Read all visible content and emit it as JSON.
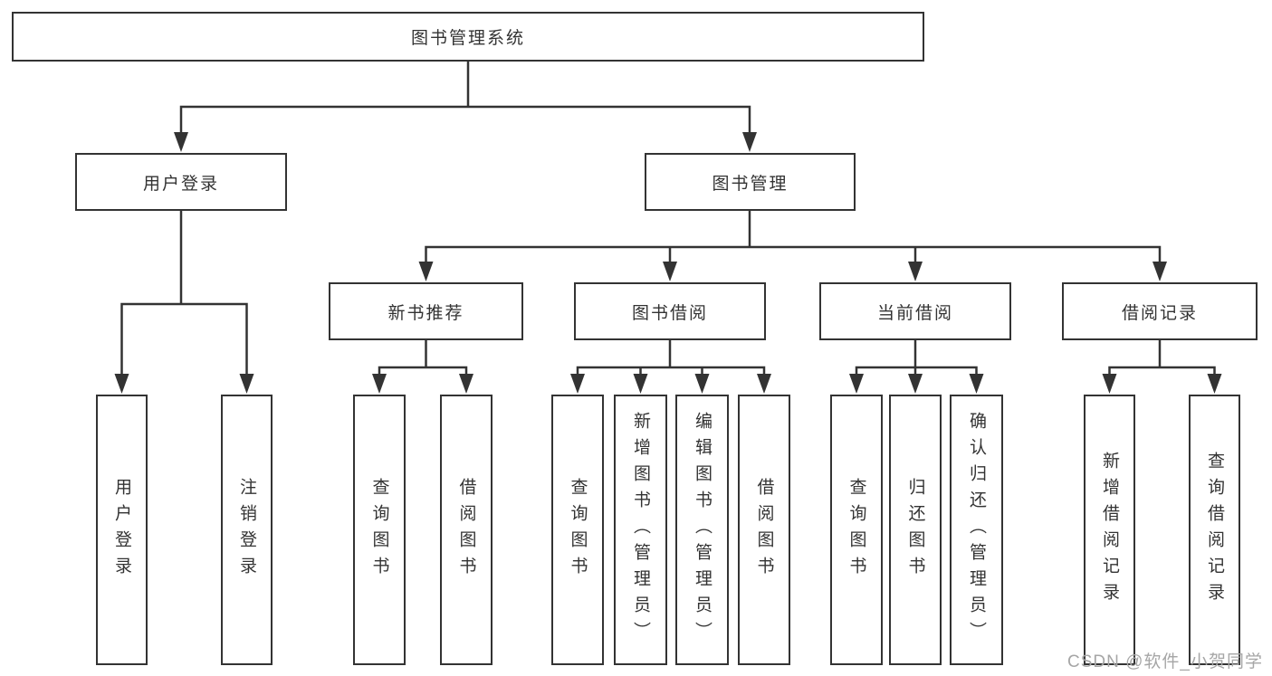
{
  "diagram": {
    "root": "图书管理系统",
    "level2": [
      {
        "label": "用户登录"
      },
      {
        "label": "图书管理"
      }
    ],
    "level3": [
      {
        "label": "新书推荐"
      },
      {
        "label": "图书借阅"
      },
      {
        "label": "当前借阅"
      },
      {
        "label": "借阅记录"
      }
    ],
    "leaves": {
      "user_login": [
        "用户登录",
        "注销登录"
      ],
      "new_book": [
        "查询图书",
        "借阅图书"
      ],
      "borrow": [
        "查询图书",
        "新增图书（管理员）",
        "编辑图书（管理员）",
        "借阅图书"
      ],
      "current": [
        "查询图书",
        "归还图书",
        "确认归还（管理员）"
      ],
      "records": [
        "新增借阅记录",
        "查询借阅记录"
      ]
    },
    "watermark": "CSDN @软件_小贺同学",
    "colors": {
      "line": "#333333",
      "box_border": "#333333",
      "text": "#333333",
      "watermark": "#a6a6a6",
      "background": "#ffffff"
    }
  }
}
